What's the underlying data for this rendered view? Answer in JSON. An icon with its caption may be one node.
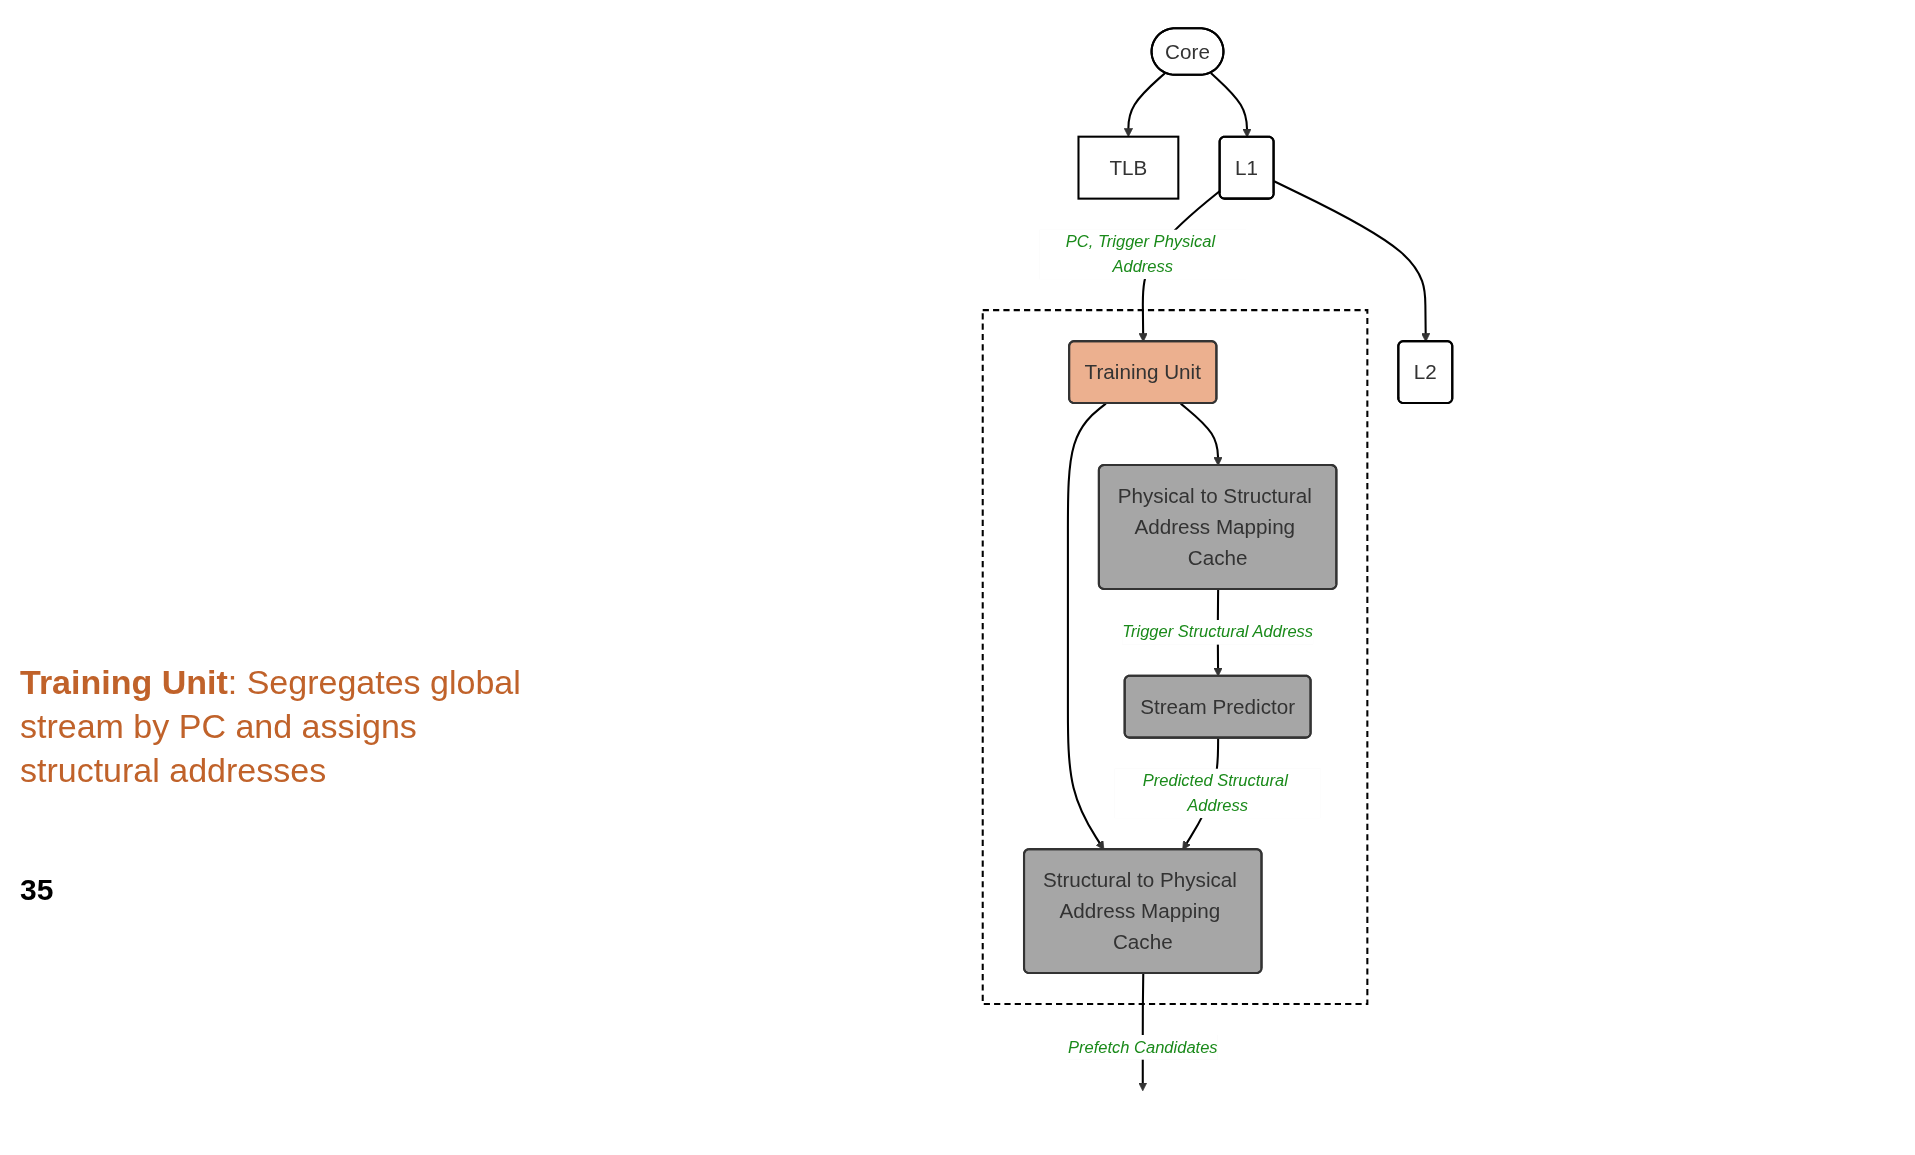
{
  "diagram": {
    "nodes": [
      {
        "text": [
          "Core"
        ]
      },
      {
        "text": [
          "TLB"
        ]
      },
      {
        "text": [
          "L1"
        ]
      },
      {
        "text": [
          "L2"
        ]
      },
      {
        "text": [],
        "shape": "box"
      },
      {
        "text": [
          "Training Unit"
        ],
        "in": 4
      },
      {
        "text": [
          "Physical to Structural Address Mapping Cache"
        ],
        "in": 4
      },
      {
        "text": [
          "Stream Predictor"
        ],
        "in": 4
      },
      {
        "text": [
          "Structural to Physical Address Mapping Cache"
        ],
        "in": 4
      }
    ],
    "edges": [
      {
        "from": 0,
        "to": 2,
        "arrow": "to"
      },
      {
        "from": 0,
        "to": 1,
        "arrow": "to"
      },
      {
        "from": 2,
        "to": 3,
        "arrow": "to"
      },
      {
        "from": 2,
        "to": 5,
        "arrow": "to",
        "label": "PC, Trigger Physical Address"
      },
      {
        "from": 5,
        "to": 6,
        "arrow": "to"
      },
      {
        "from": 5,
        "to": 8,
        "arrow": "to"
      },
      {
        "from": 6,
        "to": 7,
        "arrow": "to",
        "label": "Trigger Structural Address"
      },
      {
        "from": 7,
        "to": 8,
        "arrow": "to",
        "label": "Predicted Structural Address"
      },
      {
        "from": 8,
        "to": null,
        "arrow": "to",
        "label": "Prefetch Candidates"
      }
    ],
    "labels": [
      "**Training Unit**: Segregates global stream by PC and assigns structural addresses",
      "35"
    ]
  }
}
